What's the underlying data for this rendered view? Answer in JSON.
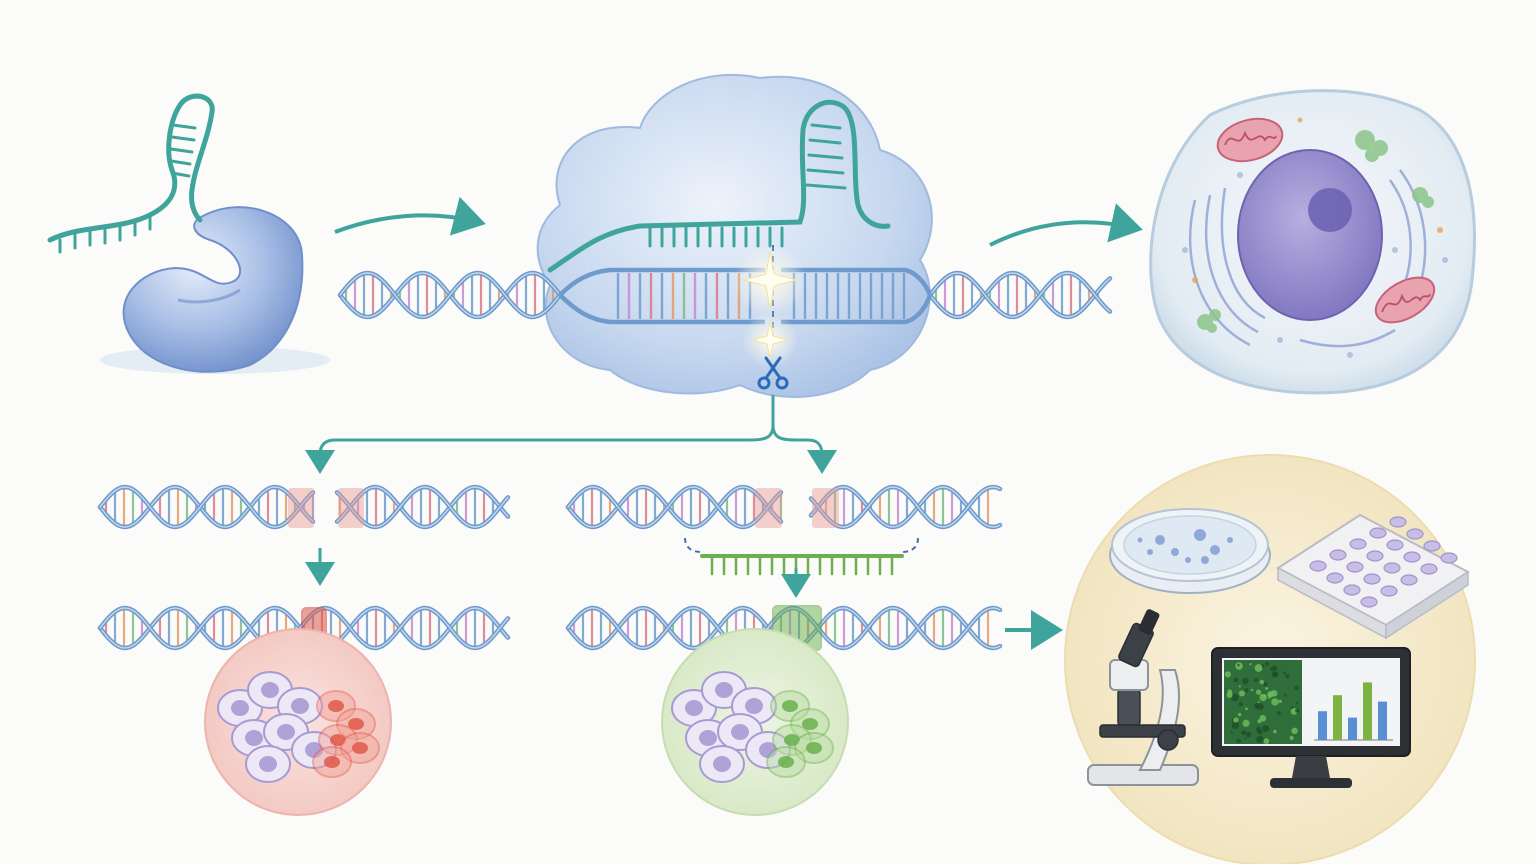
{
  "colors": {
    "background": "#fbfbf9",
    "teal": "#3fa59c",
    "dna": "#6f9bcc",
    "dna_light": "#a9c6e6",
    "protein": "#9fb8e0",
    "protein_dark": "#5a7fc0",
    "cell_membrane": "#c9dbe8",
    "nucleus": "#8f86c9",
    "mito": "#d97a8a",
    "er": "#8fa0d4",
    "break_red": "#e89a94",
    "nhej_red": "#e0594a",
    "hdr_green": "#6ab04c",
    "lab_circle": "#f4e9cc",
    "cell_purple": "#a99ad4",
    "screen_green": "#2f6e3a"
  },
  "diagram": {
    "steps": [
      {
        "id": "guide-rna-and-cas9",
        "icons": [
          "guide-rna-icon",
          "cas9-protein-icon"
        ]
      },
      {
        "id": "cas9-complex-cuts-dna",
        "icons": [
          "cas9-complex-icon",
          "dna-helix-icon",
          "scissors-icon",
          "cut-spark-icon"
        ]
      },
      {
        "id": "target-cell",
        "icons": [
          "cell-icon",
          "nucleus-icon",
          "mitochondria-icon"
        ]
      },
      {
        "id": "nhej-repair",
        "icons": [
          "broken-dna-icon",
          "repaired-dna-icon",
          "edited-cells-red-icon"
        ]
      },
      {
        "id": "hdr-repair",
        "icons": [
          "broken-dna-icon",
          "donor-template-icon",
          "repaired-dna-icon",
          "edited-cells-green-icon"
        ]
      },
      {
        "id": "lab-analysis",
        "icons": [
          "petri-dish-icon",
          "well-plate-icon",
          "microscope-icon",
          "monitor-icon"
        ]
      }
    ],
    "monitor_bars": [
      0.45,
      0.7,
      0.35,
      0.9,
      0.6
    ]
  }
}
